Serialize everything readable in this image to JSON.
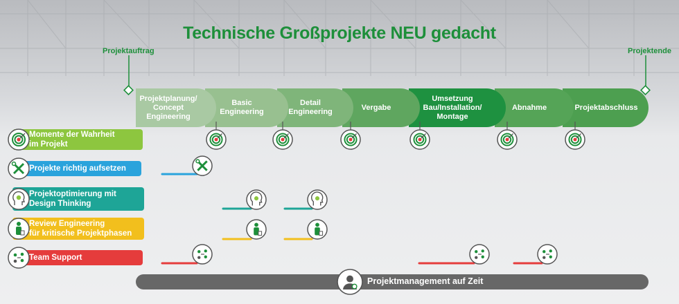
{
  "title": "Technische Großprojekte NEU gedacht",
  "milestones": {
    "start": "Projektauftrag",
    "end": "Projektende"
  },
  "phases": [
    {
      "label_lines": [
        "Projektplanung/",
        "Concept",
        "Engineering"
      ],
      "color": "#a9c9a3"
    },
    {
      "label_lines": [
        "Basic",
        "Engineering"
      ],
      "color": "#98c090"
    },
    {
      "label_lines": [
        "Detail",
        "Engineering"
      ],
      "color": "#7fb57a"
    },
    {
      "label_lines": [
        "Vergabe"
      ],
      "color": "#5fa65f"
    },
    {
      "label_lines": [
        "Umsetzung",
        "Bau/Installation/",
        "Montage"
      ],
      "color": "#1e9140"
    },
    {
      "label_lines": [
        "Abnahme"
      ],
      "color": "#55a457"
    },
    {
      "label_lines": [
        "Projektabschluss"
      ],
      "color": "#4d9f50"
    }
  ],
  "services": [
    {
      "label_lines": [
        "Momente der Wahrheit",
        "im Projekt"
      ],
      "color": "#8dc63f",
      "icon": "target-icon"
    },
    {
      "label_lines": [
        "Projekte richtig aufsetzen"
      ],
      "color": "#2aa3dc",
      "icon": "tools-icon"
    },
    {
      "label_lines": [
        "Projektoptimierung mit",
        "Design Thinking"
      ],
      "color": "#1ea597",
      "icon": "idea-head-icon"
    },
    {
      "label_lines": [
        "Review Engineering",
        "für kritische Projektphasen"
      ],
      "color": "#f2bf1d",
      "icon": "engineer-icon"
    },
    {
      "label_lines": [
        "Team Support"
      ],
      "color": "#e53c3c",
      "icon": "team-icon"
    }
  ],
  "bottom_bar": {
    "label": "Projektmanagement auf Zeit",
    "color": "#676767",
    "icon": "manager-icon"
  },
  "accent": "#1d8f3a"
}
